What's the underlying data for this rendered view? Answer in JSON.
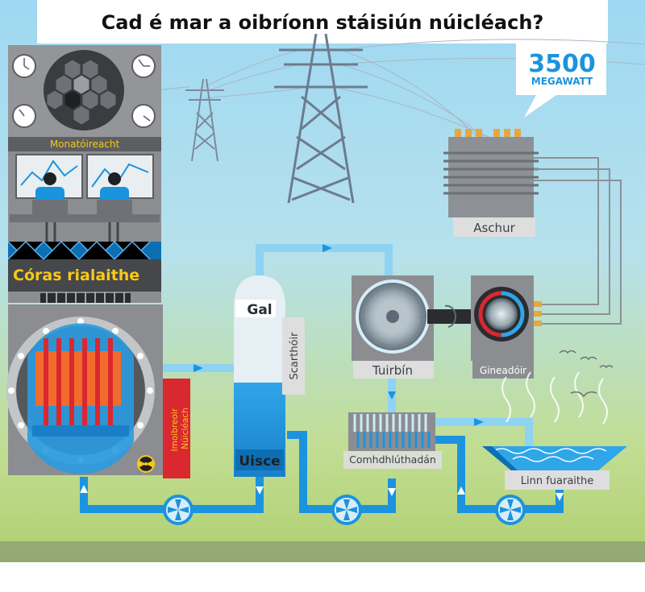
{
  "title": "Cad é mar a oibríonn stáisiún núicléach?",
  "power_output": {
    "value": "3500",
    "unit": "MEGAWATT"
  },
  "labels": {
    "monitoring": "Monatóireacht",
    "control_system": "Córas rialaithe",
    "reactor": "Imoibreoir Núicléach",
    "steam": "Gal",
    "water": "Uisce",
    "separator": "Scarthóir",
    "turbine": "Tuirbín",
    "generator": "Gineadóir",
    "transformer": "Aschur",
    "condenser": "Comhdhlúthadán",
    "cooling_pond": "Linn fuaraithe"
  },
  "colors": {
    "pipe": "#1c93de",
    "light_pipe": "#8fd3f3",
    "sky_top": "#9ed8f2",
    "ground": "#b9d77a",
    "panel": "#8b8d91",
    "reactor_red": "#d9282f",
    "reactor_orange": "#f26b2d",
    "control_yellow": "#f7c916",
    "label_box": "#dedede"
  }
}
